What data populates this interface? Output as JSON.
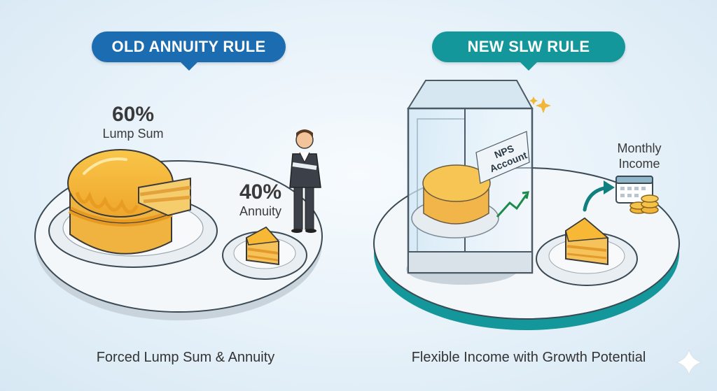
{
  "left_panel": {
    "title": "OLD ANNUITY RULE",
    "lump_pct": "60%",
    "lump_label": "Lump Sum",
    "annuity_pct": "40%",
    "annuity_label": "Annuity",
    "caption": "Forced Lump Sum & Annuity",
    "title_color": "#1b6cb0"
  },
  "right_panel": {
    "title": "NEW SLW RULE",
    "case_label_1": "NPS",
    "case_label_2": "Account",
    "income_label_1": "Monthly",
    "income_label_2": "Income",
    "caption": "Flexible Income with Growth Potential",
    "title_color": "#14979a"
  }
}
